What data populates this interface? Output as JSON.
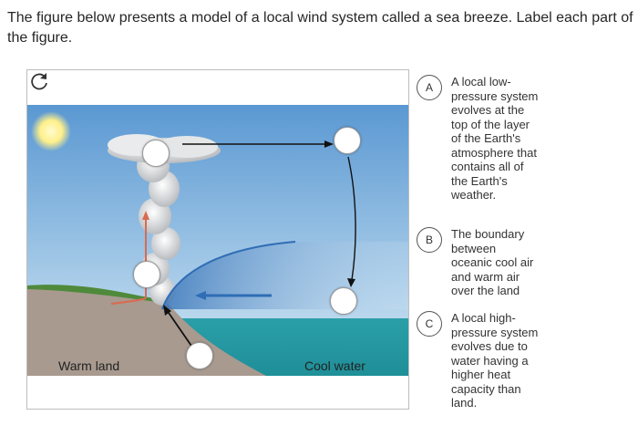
{
  "question": "The figure below presents a model of a local wind system called a sea breeze. Label each part of the figure.",
  "figure": {
    "land_label": "Warm land",
    "water_label": "Cool water",
    "reset_icon": "reset-icon",
    "colors": {
      "sky": "#5f9fd6",
      "sea": "#2aa0a7",
      "land": "#a89a8f",
      "grass": "#4f8a3b",
      "sun": "#fff3a0",
      "front": "#2f6db5"
    }
  },
  "options": [
    {
      "letter": "A",
      "text": "A local low-pressure system evolves at the top of the layer of the Earth's atmosphere that contains all of the Earth's weather."
    },
    {
      "letter": "B",
      "text": "The boundary between oceanic cool air and warm air over the land"
    },
    {
      "letter": "C",
      "text": "A local high-pressure system evolves due to water having a higher heat capacity than land."
    }
  ]
}
